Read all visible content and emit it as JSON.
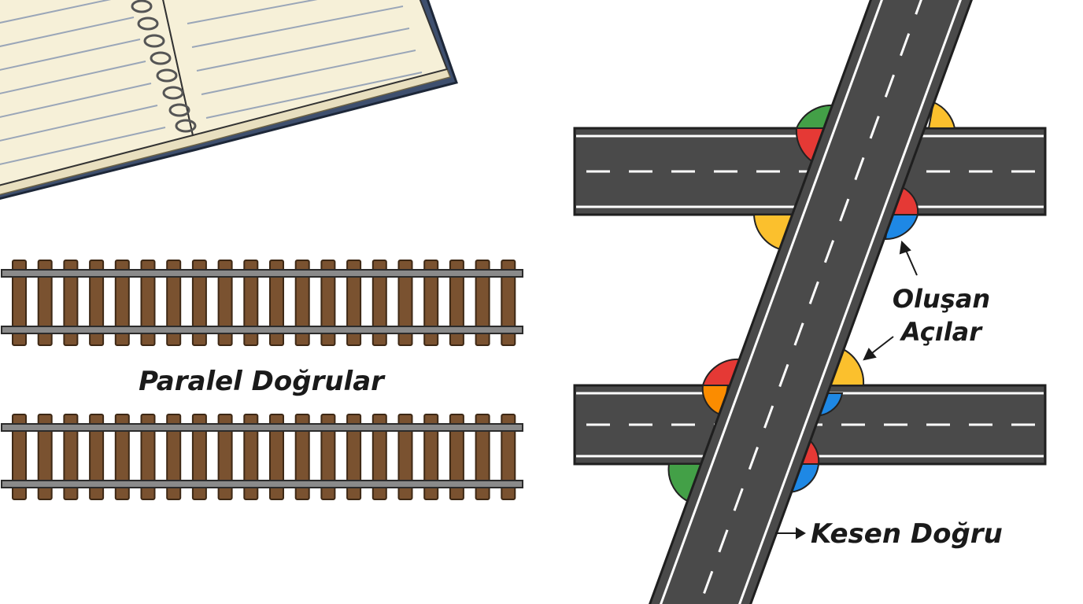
{
  "labels": {
    "parallel_lines": "Paralel Doğrular",
    "formed_angles_line1": "Oluşan",
    "formed_angles_line2": "Açılar",
    "transversal": "Kesen Doğru"
  },
  "colors": {
    "road": "#4a4a4a",
    "road_edge": "#1f1f1f",
    "lane_marking": "#ffffff",
    "rail": "#8a8a8a",
    "tie": "#7a5230",
    "tie_edge": "#3d2815",
    "paper": "#f6f0d8",
    "paper_line": "#9aa6b8",
    "notebook_cover": "#3e4f6e",
    "spiral": "#555555",
    "angle_red": "#e53935",
    "angle_green": "#43a047",
    "angle_yellow": "#fbc02d",
    "angle_blue": "#1e88e5",
    "angle_orange": "#fb8c00"
  },
  "icons": {
    "notebook": "open-spiral-notebook",
    "rail_track": "railway-track",
    "arrow": "pointer-arrow"
  }
}
